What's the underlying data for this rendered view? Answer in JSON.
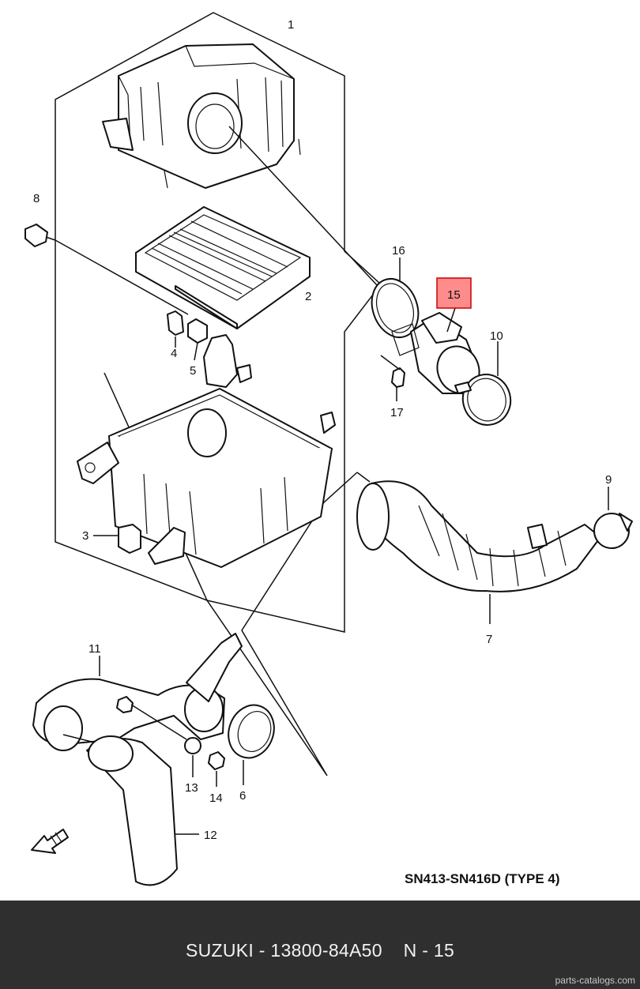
{
  "diagram": {
    "callouts": {
      "c1": "1",
      "c2": "2",
      "c3": "3",
      "c4": "4",
      "c5": "5",
      "c6": "6",
      "c7": "7",
      "c8": "8",
      "c9": "9",
      "c10": "10",
      "c11": "11",
      "c12": "12",
      "c13": "13",
      "c14": "14",
      "c15": "15",
      "c16": "16",
      "c17": "17"
    },
    "model_label": "SN413-SN416D (TYPE 4)",
    "highlight_color": "#ff0000"
  },
  "footer": {
    "part_info": "SUZUKI - 13800-84A50    N - 15",
    "site": "parts-catalogs.com",
    "background": "#2f2f2f"
  }
}
